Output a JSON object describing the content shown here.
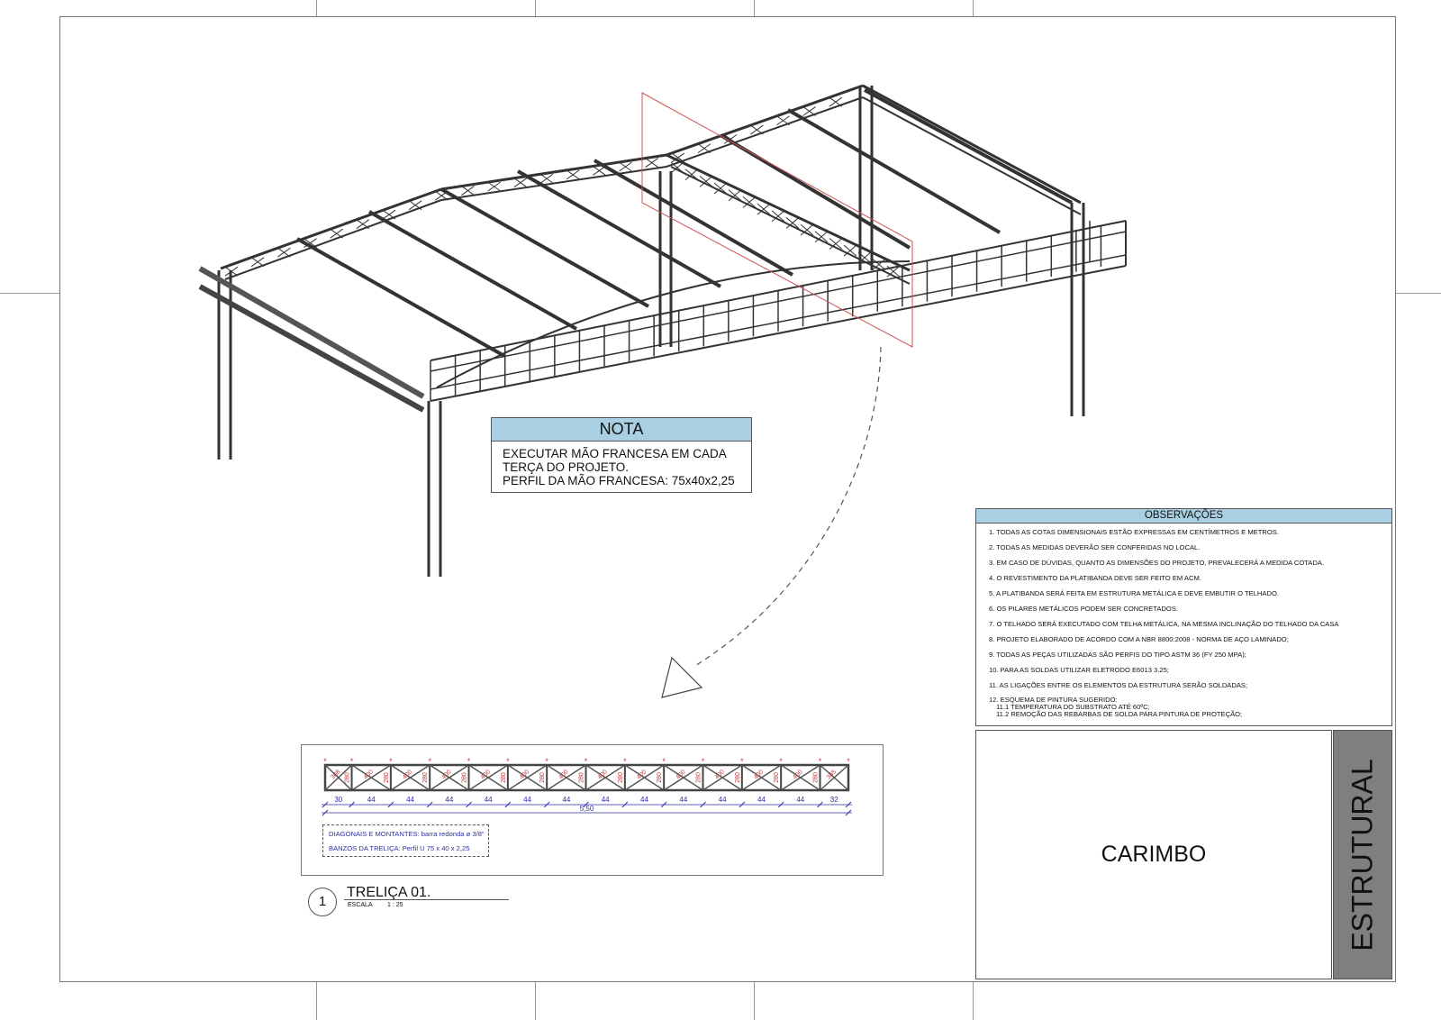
{
  "nota": {
    "title": "NOTA",
    "lines": [
      "EXECUTAR MÃO FRANCESA EM CADA",
      "TERÇA DO PROJETO.",
      "PERFIL DA MÃO FRANCESA: 75x40x2,25"
    ]
  },
  "observacoes": {
    "title": "OBSERVAÇÕES",
    "items": [
      "1. TODAS AS COTAS DIMENSIONAIS ESTÃO EXPRESSAS EM CENTÍMETROS E METROS.",
      "2. TODAS AS MEDIDAS DEVERÃO SER CONFERIDAS NO LOCAL.",
      "3. EM CASO DE DÚVIDAS, QUANTO AS DIMENSÕES DO PROJETO, PREVALECERÁ A MEDIDA COTADA.",
      "4. O REVESTIMENTO DA PLATIBANDA DEVE SER FEITO EM ACM.",
      "5. A PLATIBANDA SERÁ FEITA EM ESTRUTURA METÁLICA E DEVE EMBUTIR O TELHADO.",
      "6. OS PILARES METÁLICOS PODEM SER CONCRETADOS.",
      "7. O TELHADO SERÁ EXECUTADO COM TELHA METÁLICA, NA MESMA INCLINAÇÃO DO TELHADO DA CASA",
      "8. PROJETO ELABORADO DE ACORDO COM A NBR 8800:2008 - NORMA DE AÇO LAMINADO;",
      "9. TODAS AS PEÇAS UTILIZADAS SÃO PERFIS DO TIPO ASTM 36 (FY 250 MPA);",
      "10. PARA AS SOLDAS UTILIZAR ELETRODO E6013 3.25;",
      "11. AS LIGAÇÕES ENTRE OS ELEMENTOS DA ESTRUTURA SERÃO SOLDADAS;",
      "12. ESQUEMA DE PINTURA SUGERIDO:"
    ],
    "subitems": [
      "11.1 TEMPERATURA DO SUBSTRATO ATÉ 60ºC;",
      "11.2 REMOÇÃO DAS REBARBAS DE SOLDA PARA PINTURA DE PROTEÇÃO;"
    ]
  },
  "carimbo": "CARIMBO",
  "discipline": "ESTRUTURAL",
  "truss": {
    "panel_widths": [
      "30",
      "44",
      "44",
      "44",
      "44",
      "44",
      "44",
      "44",
      "44",
      "44",
      "44",
      "44",
      "44",
      "32"
    ],
    "total": "5,50",
    "diagonal_labels": [
      "308",
      "400",
      "400",
      "400",
      "400",
      "400",
      "400",
      "400",
      "400",
      "400",
      "400",
      "400",
      "400",
      "345"
    ],
    "vertical_label": "280",
    "legend": [
      "DIAGONAIS E MONTANTES: barra redonda  ø 3/8\"",
      "BANZOS DA TRELIÇA: Perfil U 75 x 40 x 2,25"
    ]
  },
  "view": {
    "number": "1",
    "title": "TRELIÇA 01.",
    "scale_label": "ESCALA",
    "scale": "1 : 25"
  }
}
